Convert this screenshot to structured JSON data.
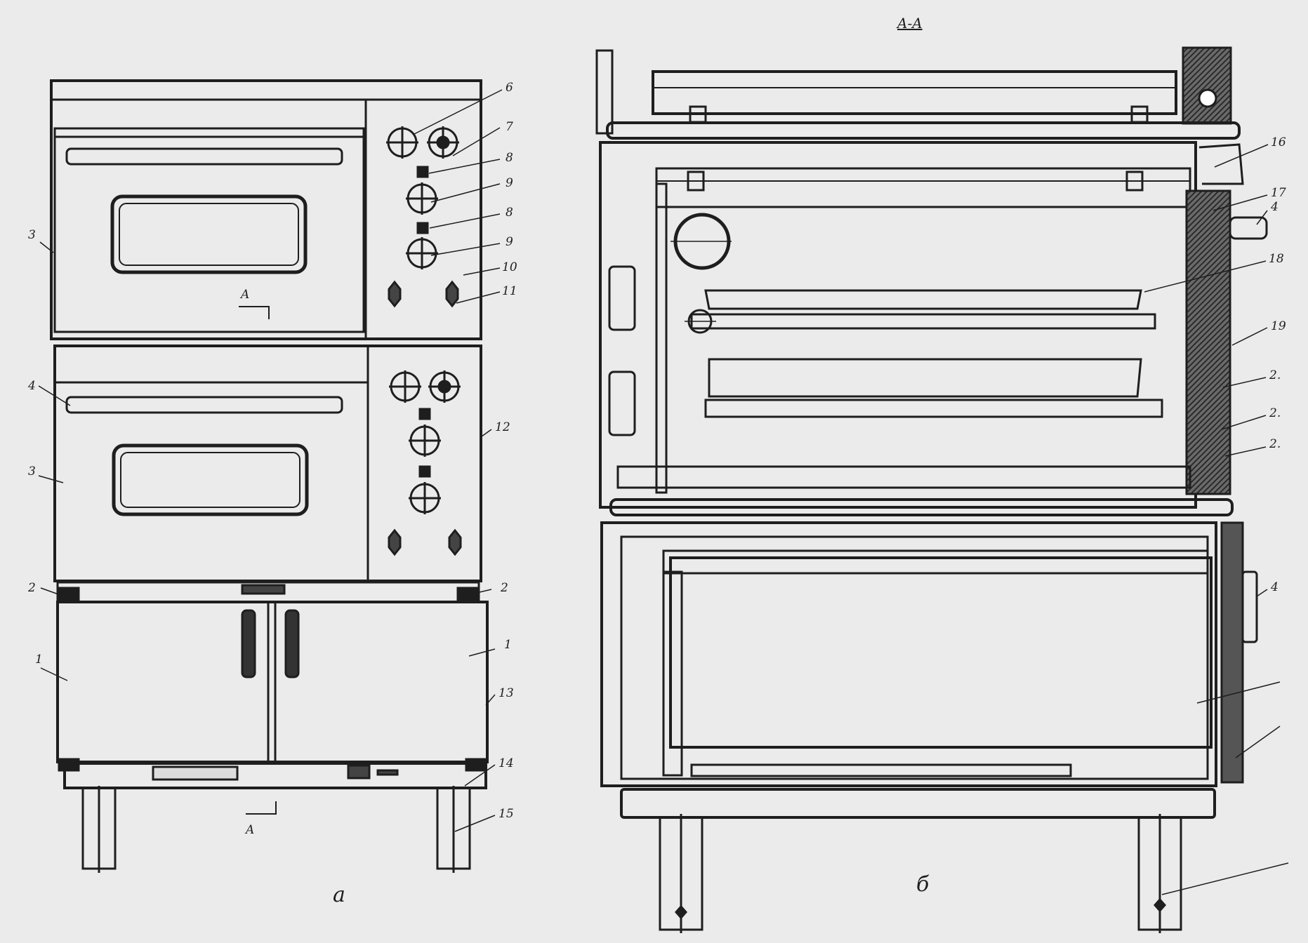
{
  "figure": {
    "section_label": "A-A",
    "section_marker": "A",
    "captions": {
      "front_view": "a",
      "section_view": "б"
    }
  },
  "front_view_callouts": [
    "1",
    "1",
    "2",
    "2",
    "3",
    "3",
    "4",
    "6",
    "7",
    "8",
    "9",
    "8",
    "9",
    "10",
    "11",
    "12",
    "13",
    "14",
    "15"
  ],
  "section_view_callouts": [
    "16",
    "17",
    "4",
    "18",
    "19",
    "2.",
    "2.",
    "2.",
    "4"
  ],
  "colors": {
    "ink": "#1e1e1e",
    "paper": "#ebebeb",
    "insulation": "#5a5a5a"
  }
}
